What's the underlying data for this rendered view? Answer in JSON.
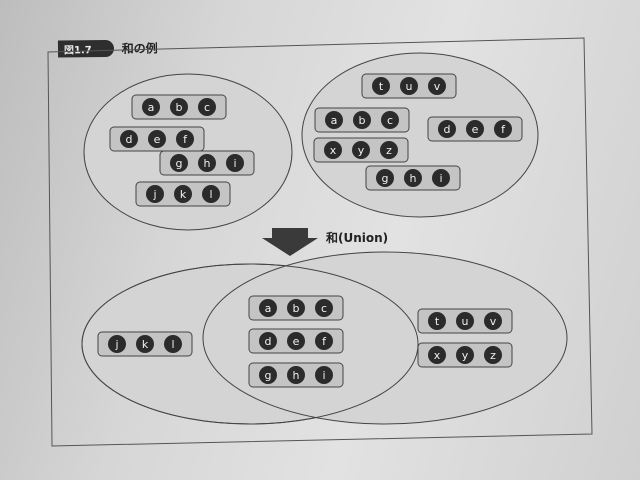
{
  "figure": {
    "number": "図1.7",
    "caption": "和の例",
    "arrow_label": "和(Union)"
  },
  "colors": {
    "ellipse_fill": "#d4d4d4",
    "group_fill": "#c4c4c4",
    "circle_fill": "#2b2b2b",
    "letter_color": "#f2f2f2"
  },
  "top_left_set": [
    [
      "a",
      "b",
      "c"
    ],
    [
      "d",
      "e",
      "f"
    ],
    [
      "g",
      "h",
      "i"
    ],
    [
      "j",
      "k",
      "l"
    ]
  ],
  "top_right_set": [
    [
      "t",
      "u",
      "v"
    ],
    [
      "a",
      "b",
      "c"
    ],
    [
      "d",
      "e",
      "f"
    ],
    [
      "x",
      "y",
      "z"
    ],
    [
      "g",
      "h",
      "i"
    ]
  ],
  "union_left_only": [
    [
      "j",
      "k",
      "l"
    ]
  ],
  "union_intersection": [
    [
      "a",
      "b",
      "c"
    ],
    [
      "d",
      "e",
      "f"
    ],
    [
      "g",
      "h",
      "i"
    ]
  ],
  "union_right_only": [
    [
      "t",
      "u",
      "v"
    ],
    [
      "x",
      "y",
      "z"
    ]
  ]
}
